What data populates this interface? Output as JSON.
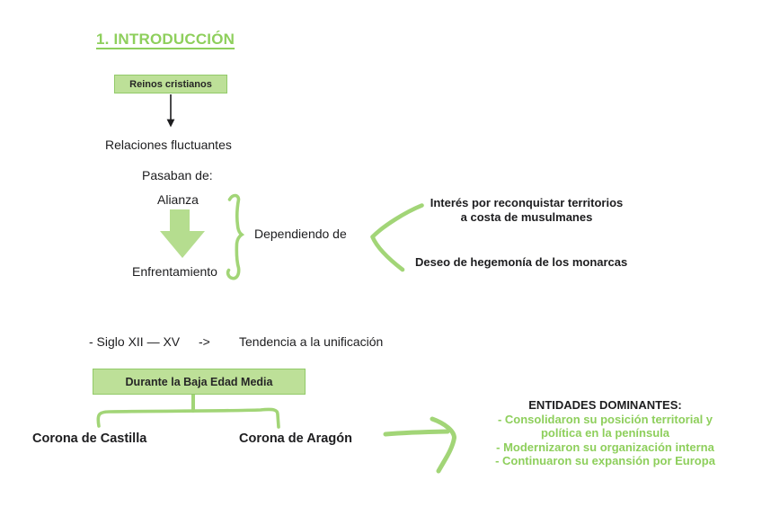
{
  "title": "1. INTRODUCCIÓN",
  "colors": {
    "green_text": "#8ecf5c",
    "green_stroke": "#a2d577",
    "box_fill": "#bde098",
    "box_border": "#92ca69",
    "block_arrow_fill": "#b5dd8f",
    "text_black": "#1d1d1f"
  },
  "flow": {
    "root_box": "Reinos cristianos",
    "relaciones": "Relaciones fluctuantes",
    "pasaban": "Pasaban de:",
    "alianza": "Alianza",
    "enfrentamiento": "Enfrentamiento",
    "dependiendo": "Dependiendo de",
    "factor1_line1": "Interés por reconquistar territorios",
    "factor1_line2": "a costa de musulmanes",
    "factor2": "Deseo de hegemonía de los monarcas"
  },
  "timeline": {
    "period": "- Siglo XII — XV",
    "arrow": "->",
    "trend": "Tendencia a la unificación"
  },
  "bottom": {
    "box": "Durante la Baja Edad Media",
    "left_branch": "Corona de Castilla",
    "right_branch": "Corona de Aragón",
    "entidades_title": "ENTIDADES DOMINANTES:",
    "entidades_lines": [
      "- Consolidaron su posición territorial y",
      "política en la península",
      "- Modernizaron su organización interna",
      "- Continuaron su expansión por Europa"
    ]
  },
  "shapes": {
    "connector_down": "black-down-arrow",
    "transition": "green-block-down-arrow",
    "grouping": "curly-brace",
    "causes_fork": "left-pointing-fork",
    "tree_bracket": "bottom-bracket",
    "result_arrow": "handdrawn-right-arrow"
  }
}
